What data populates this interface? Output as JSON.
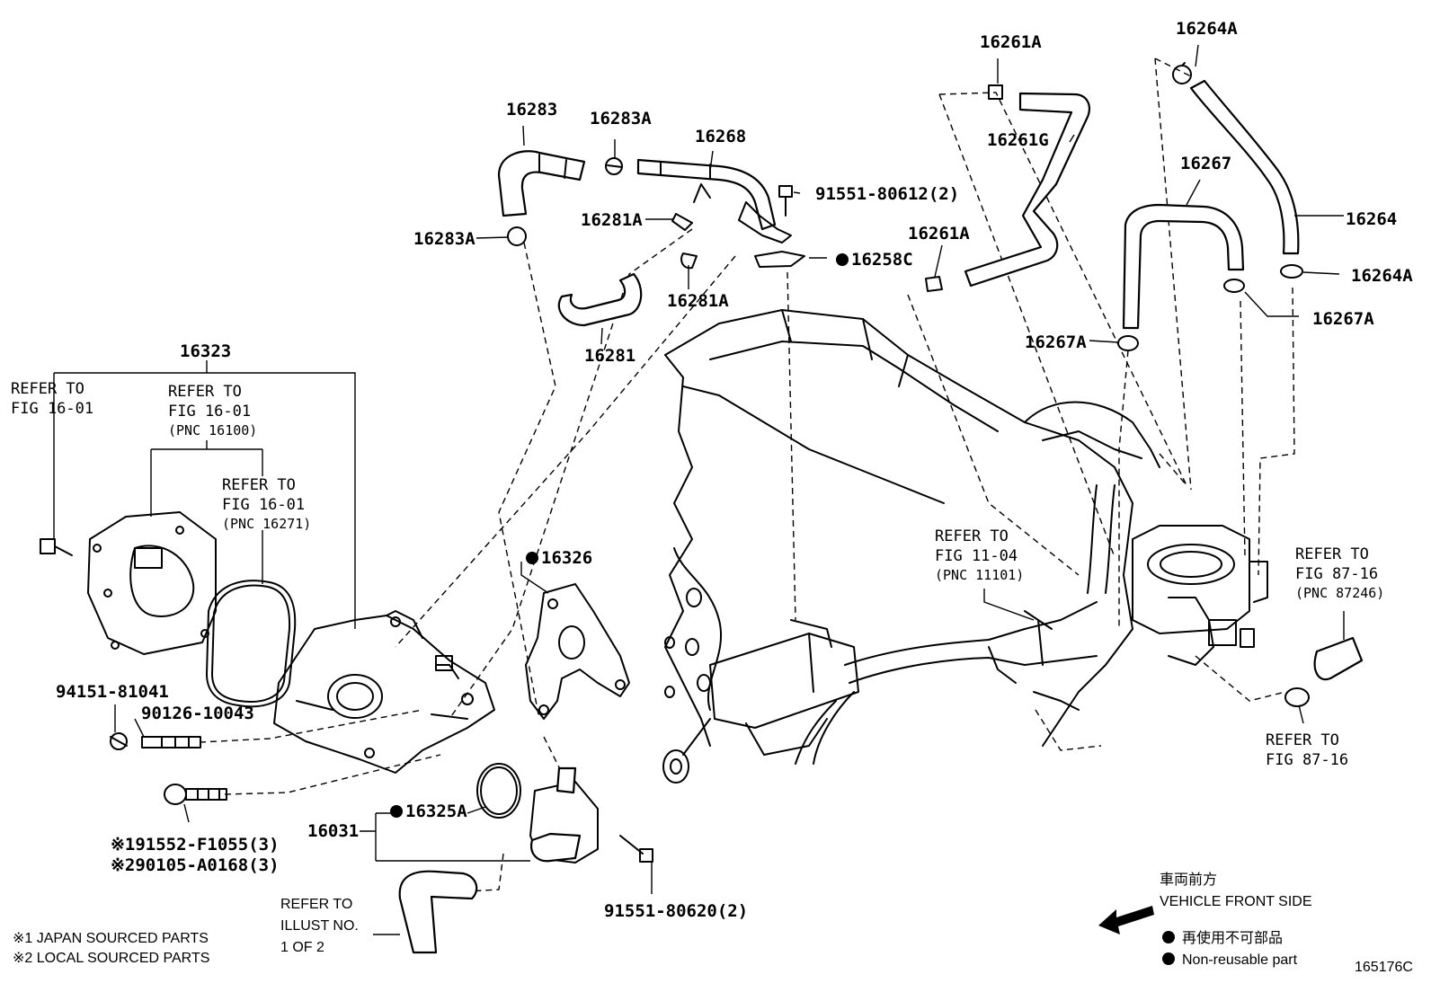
{
  "labels": {
    "p16283": "16283",
    "p16283A_top": "16283A",
    "p16268": "16268",
    "p16261A_top": "16261A",
    "p16264A_top": "16264A",
    "p16261G": "16261G",
    "p16267": "16267",
    "p16264": "16264",
    "p16264A_right": "16264A",
    "p16267A_right": "16267A",
    "p16267A_mid": "16267A",
    "p16261A_mid": "16261A",
    "p16283A_left": "16283A",
    "p16281A_left": "16281A",
    "p16281A_bottom": "16281A",
    "p16281": "16281",
    "p16258C": "16258C",
    "bolt_91551_80612": "91551-80612(2)",
    "p16323": "16323",
    "p16326": "16326",
    "p16325A": "16325A",
    "p16031": "16031",
    "p94151_81041": "94151-81041",
    "p90126_10043": "90126-10043",
    "bolt_91552": "※191552-F1055(3)",
    "bolt_90105": "※290105-A0168(3)",
    "bolt_91551_80620": "91551-80620(2)"
  },
  "refs": {
    "ref_left": {
      "line1": "REFER TO",
      "line2": "FIG 16-01"
    },
    "ref_16100": {
      "line1": "REFER TO",
      "line2": "FIG 16-01",
      "line3": "(PNC 16100)"
    },
    "ref_16271": {
      "line1": "REFER TO",
      "line2": "FIG 16-01",
      "line3": "(PNC 16271)"
    },
    "ref_11101": {
      "line1": "REFER TO",
      "line2": "FIG 11-04",
      "line3": "(PNC 11101)"
    },
    "ref_87246": {
      "line1": "REFER TO",
      "line2": "FIG 87-16",
      "line3": "(PNC 87246)"
    },
    "ref_87_16": {
      "line1": "REFER TO",
      "line2": "FIG 87-16"
    },
    "ref_illust": {
      "line1": "REFER TO",
      "line2": "ILLUST NO.",
      "line3": "1 OF 2"
    }
  },
  "notes": {
    "japan_sourced": "※1 JAPAN SOURCED PARTS",
    "local_sourced": "※2 LOCAL SOURCED PARTS"
  },
  "legend": {
    "front_jp": "車両前方",
    "front_en": "VEHICLE FRONT SIDE",
    "nonreusable_jp": "再使用不可部品",
    "nonreusable_en": "Non-reusable part"
  },
  "figure_id": "165176C"
}
